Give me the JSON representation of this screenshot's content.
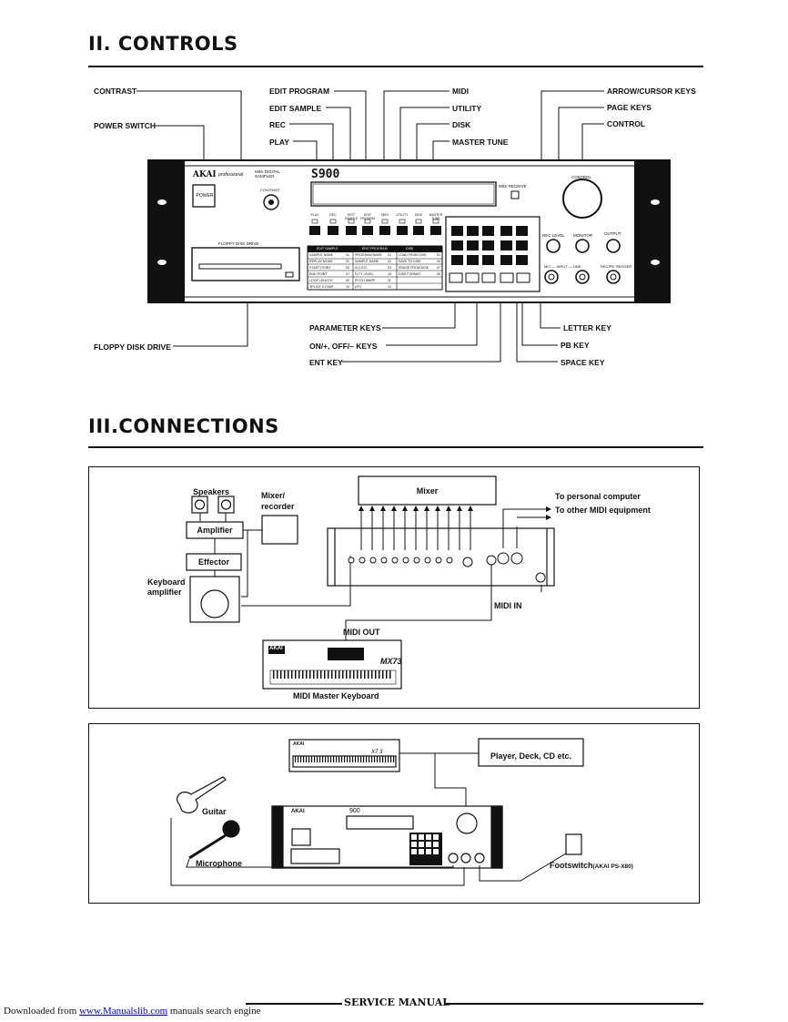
{
  "sections": {
    "controls_title": "II. CONTROLS",
    "connections_title": "III.CONNECTIONS"
  },
  "controls": {
    "left_labels": {
      "contrast": "CONTRAST",
      "power_switch": "POWER SWITCH",
      "floppy_disk_drive": "FLOPPY DISK DRIVE"
    },
    "top_labels": {
      "edit_program": "EDIT PROGRAM",
      "edit_sample": "EDIT SAMPLE",
      "rec": "REC",
      "play": "PLAY",
      "midi": "MIDI",
      "utility": "UTILITY",
      "disk": "DISK",
      "master_tune": "MASTER TUNE",
      "arrow_cursor_keys": "ARROW/CURSOR KEYS",
      "page_keys": "PAGE KEYS",
      "control": "CONTROL"
    },
    "bottom_labels": {
      "parameter_keys": "PARAMETER KEYS",
      "on_off_keys": "ON/+, OFF/– KEYS",
      "ent_key": "ENT KEY",
      "letter_key": "LETTER KEY",
      "pb_key": "PB KEY",
      "space_key": "SPACE KEY"
    },
    "panel": {
      "brand": "AKAI",
      "brand_sub": "professional",
      "model": "S900",
      "model_sub": "MIDI DIGITAL SAMPLER",
      "power": "POWER",
      "contrast": "CONTRAST",
      "floppy": "FLOPPY DISK DRIVE",
      "midi_receive": "MIDI RECEIVE",
      "control": "CONTROL",
      "rec_level": "REC LEVEL",
      "monitor": "MONITOR",
      "output": "OUTPUT",
      "input_line": "MIC — INPUT — LINE",
      "trigger": "REC/PB TRIGGER",
      "buttons": [
        "PLAY",
        "REC",
        "EDIT SAMPLE",
        "EDIT PROGRM",
        "MIDI",
        "UTILITY",
        "DISK",
        "MASTER TUNE"
      ]
    },
    "edit_table": {
      "headers": [
        "EDIT SAMPLE",
        "EDIT PROGRAM",
        "DISK"
      ],
      "rows": [
        [
          "SAMPLE NAME",
          "01",
          "PROGRAM NAME",
          "01",
          "LOAD FROM DISK",
          "01"
        ],
        [
          "REPLAY MODE",
          "02",
          "SAMPLE NAME",
          "02",
          "SAVE TO DISK",
          "04"
        ],
        [
          "START POINT",
          "03",
          "A.D.S.R.",
          "03",
          "ERASE FROM DISK",
          "07"
        ],
        [
          "END POINT",
          "07",
          "FLTY LEVEL",
          "10",
          "DISK FORMAT",
          "09"
        ],
        [
          "LOOP LENGTH",
          "09",
          "PITCH WARP",
          "11",
          "",
          ""
        ],
        [
          "SPLICE X-FADE",
          "10",
          "LFO",
          "12",
          "",
          ""
        ]
      ]
    }
  },
  "connections1": {
    "speakers": "Speakers",
    "mixer_recorder": "Mixer/\nrecorder",
    "mixer": "Mixer",
    "amplifier": "Amplifier",
    "effector": "Effector",
    "keyboard_amplifier": "Keyboard\namplifier",
    "to_pc": "To personal computer",
    "to_midi": "To other MIDI equipment",
    "midi_in": "MIDI IN",
    "midi_out": "MIDI OUT",
    "master_keyboard": "MIDI Master Keyboard",
    "kbd_brand": "AKAI",
    "kbd_model": "MX73"
  },
  "connections2": {
    "player": "Player, Deck, CD etc.",
    "guitar": "Guitar",
    "microphone": "Microphone",
    "footswitch": "Footswitch",
    "footswitch_model": "(AKAI PS-X80)",
    "kbd_brand": "AKAI",
    "kbd_model": "X7 3",
    "sampler_brand": "AKAI",
    "sampler_model": "900"
  },
  "footer": {
    "service_manual": "SERVICE MANUAL",
    "downloaded_from": "Downloaded from",
    "link": "www.Manualslib.com",
    "tagline": "manuals search engine"
  }
}
